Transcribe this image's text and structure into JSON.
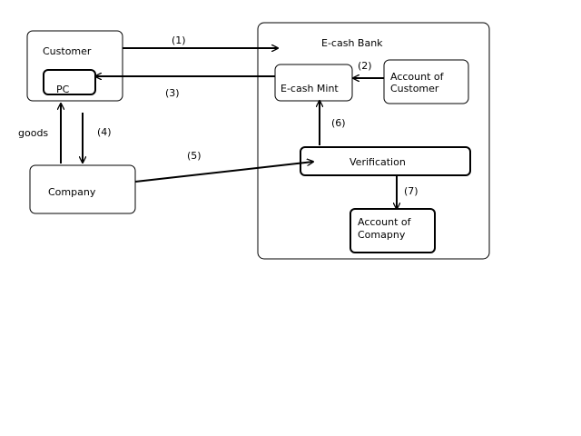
{
  "nodes": {
    "customer": "Customer",
    "pc": "PC",
    "company": "Company",
    "bank": "E-cash Bank",
    "mint": "E-cash Mint",
    "account_customer_line1": "Account of",
    "account_customer_line2": "Customer",
    "verification": "Verification",
    "account_company_line1": "Account of",
    "account_company_line2": "Comapny"
  },
  "edge_labels": {
    "e1": "(1)",
    "e2": "(2)",
    "e3": "(3)",
    "e4": "(4)",
    "e5": "(5)",
    "e6": "(6)",
    "e7": "(7)",
    "goods": "goods"
  }
}
